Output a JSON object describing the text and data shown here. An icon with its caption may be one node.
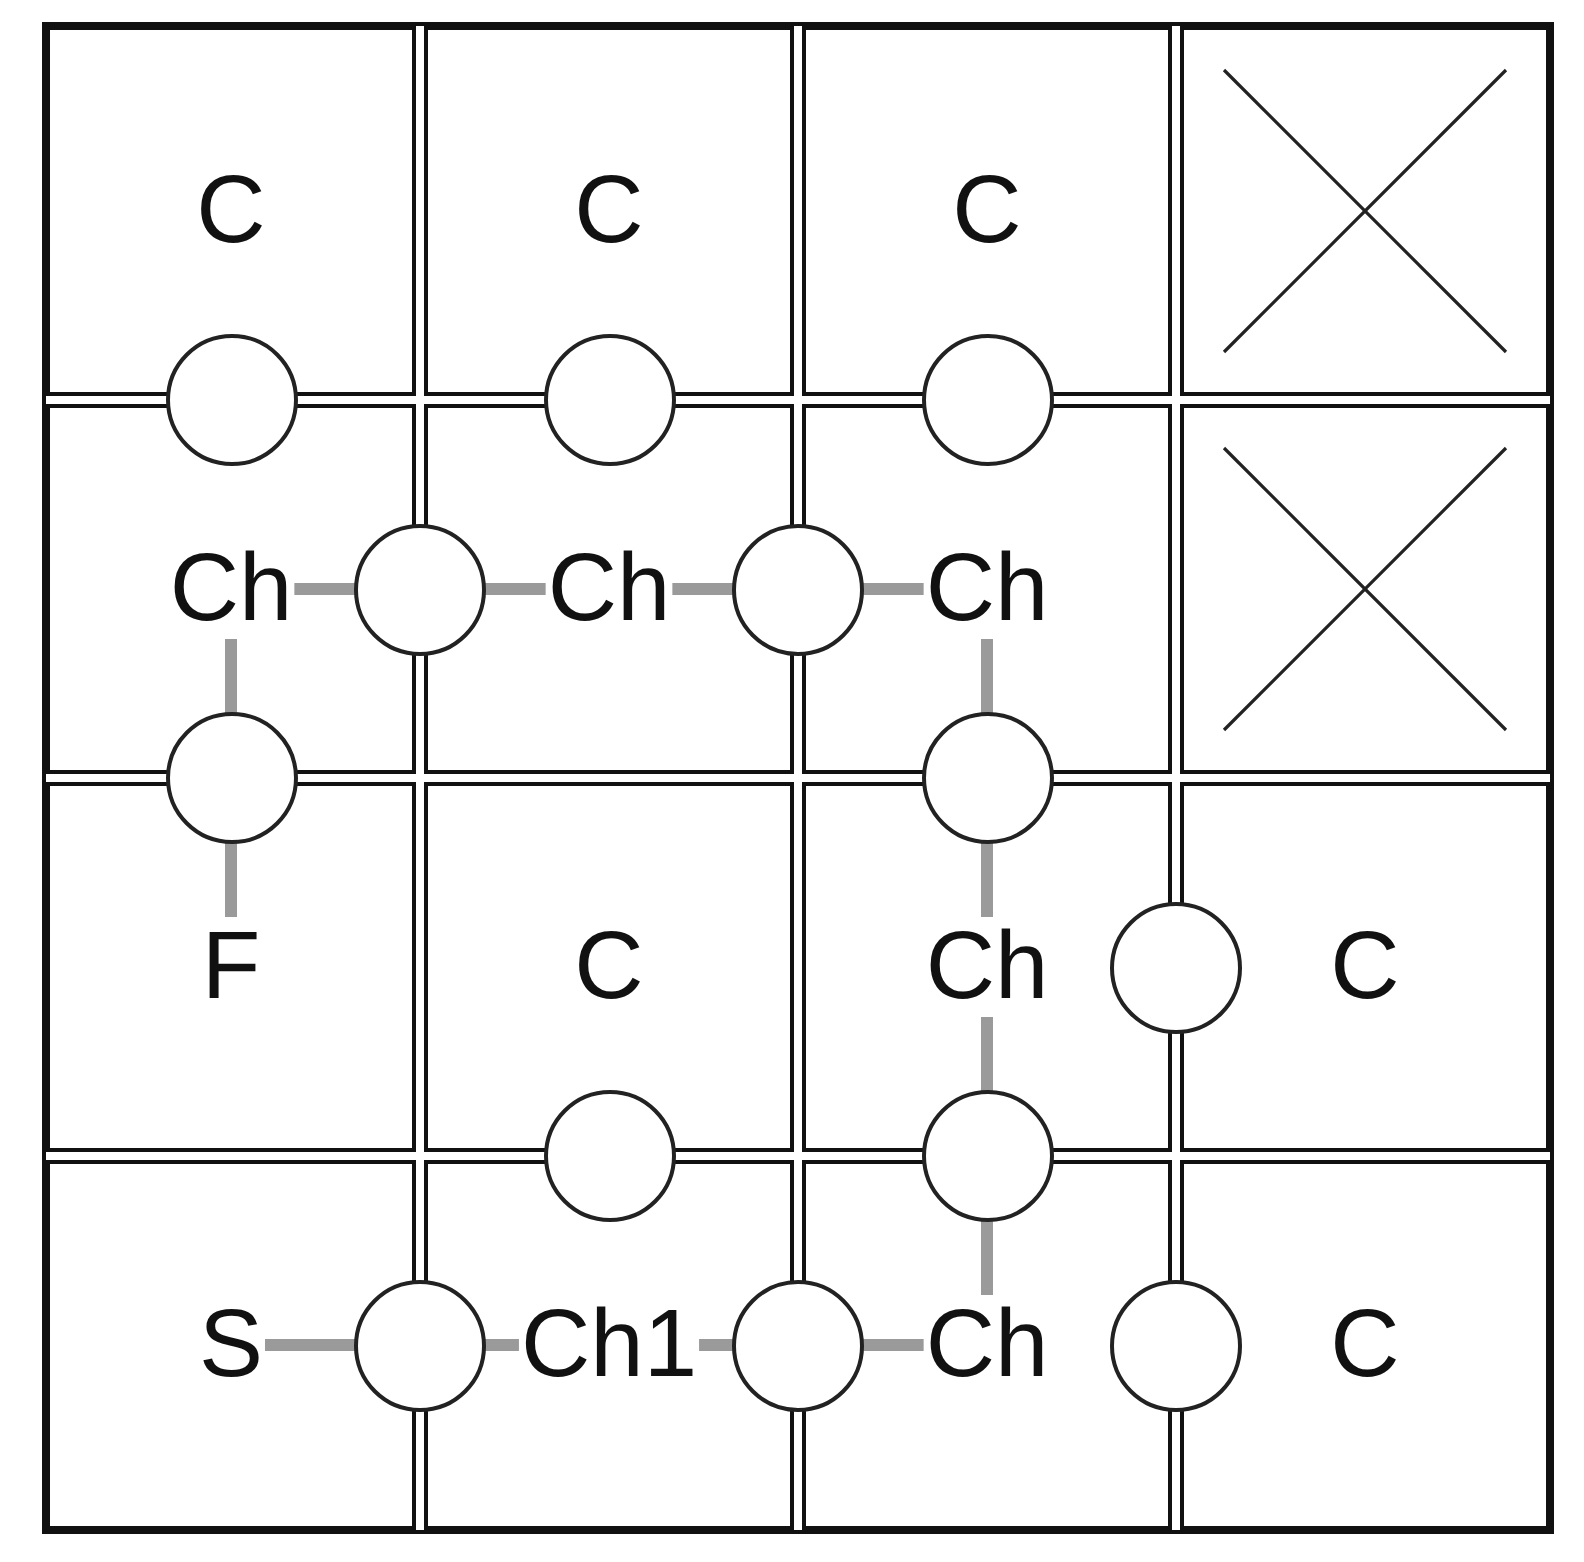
{
  "diagram": {
    "nodes": [
      {
        "text": [
          "C"
        ]
      },
      {
        "text": [
          "C"
        ]
      },
      {
        "text": [
          "C"
        ]
      },
      {
        "text": [],
        "shape": "box"
      },
      {
        "text": [
          "Ch"
        ]
      },
      {
        "text": [
          "Ch"
        ]
      },
      {
        "text": [
          "Ch"
        ]
      },
      {
        "text": [],
        "shape": "box"
      },
      {
        "text": [
          "F"
        ]
      },
      {
        "text": [
          "C"
        ]
      },
      {
        "text": [
          "Ch"
        ]
      },
      {
        "text": [
          "C"
        ]
      },
      {
        "text": [
          "S"
        ]
      },
      {
        "text": [
          "Ch1"
        ]
      },
      {
        "text": [
          "Ch"
        ]
      },
      {
        "text": [
          "C"
        ]
      },
      {
        "text": [],
        "shape": "circle"
      },
      {
        "text": [],
        "shape": "circle"
      },
      {
        "text": [],
        "shape": "circle"
      },
      {
        "text": [],
        "shape": "circle"
      },
      {
        "text": [],
        "shape": "circle"
      },
      {
        "text": [],
        "shape": "circle"
      },
      {
        "text": [],
        "shape": "circle"
      },
      {
        "text": [],
        "shape": "circle"
      },
      {
        "text": [],
        "shape": "circle"
      },
      {
        "text": [],
        "shape": "circle"
      },
      {
        "text": [],
        "shape": "circle"
      },
      {
        "text": [],
        "shape": "circle"
      },
      {
        "text": [],
        "shape": "circle"
      }
    ],
    "edges": [
      {
        "from": 12,
        "to": 26,
        "arrow": "none"
      },
      {
        "from": 26,
        "to": 13,
        "arrow": "none"
      },
      {
        "from": 13,
        "to": 27,
        "arrow": "none"
      },
      {
        "from": 27,
        "to": 14,
        "arrow": "none"
      },
      {
        "from": 14,
        "to": 25,
        "arrow": "none"
      },
      {
        "from": 25,
        "to": 10,
        "arrow": "none"
      },
      {
        "from": 10,
        "to": 22,
        "arrow": "none"
      },
      {
        "from": 22,
        "to": 6,
        "arrow": "none"
      },
      {
        "from": 6,
        "to": 20,
        "arrow": "none"
      },
      {
        "from": 20,
        "to": 5,
        "arrow": "none"
      },
      {
        "from": 5,
        "to": 19,
        "arrow": "none"
      },
      {
        "from": 19,
        "to": 4,
        "arrow": "none"
      },
      {
        "from": 4,
        "to": 21,
        "arrow": "none"
      },
      {
        "from": 21,
        "to": 8,
        "arrow": "none"
      }
    ]
  }
}
